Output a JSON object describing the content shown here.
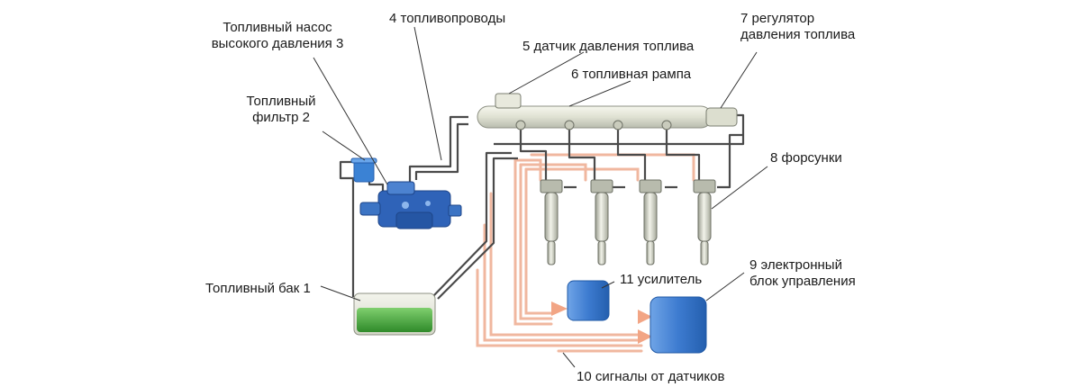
{
  "labels": {
    "pump_line1": "Топливный насос",
    "pump_line2": "высокого давления 3",
    "lines": "4 топливопроводы",
    "sensor": "5 датчик давления топлива",
    "regulator_line1": "7 регулятор",
    "regulator_line2": "давления топлива",
    "rail": "6 топливная рампа",
    "filter_line1": "Топливный",
    "filter_line2": "фильтр 2",
    "injectors": "8 форсунки",
    "amplifier": "11 усилитель",
    "ecu_line1": "9 электронный",
    "ecu_line2": "блок управления",
    "tank": "Топливный бак 1",
    "signals": "10 сигналы от датчиков"
  },
  "colors": {
    "pipe": "#4a4a4a",
    "pump_blue": "#2f63b8",
    "module_blue": "#3b78c9",
    "tank_green": "#3fa33a",
    "rail": "#e4e6d9",
    "signal_wire": "#f0b79f"
  }
}
